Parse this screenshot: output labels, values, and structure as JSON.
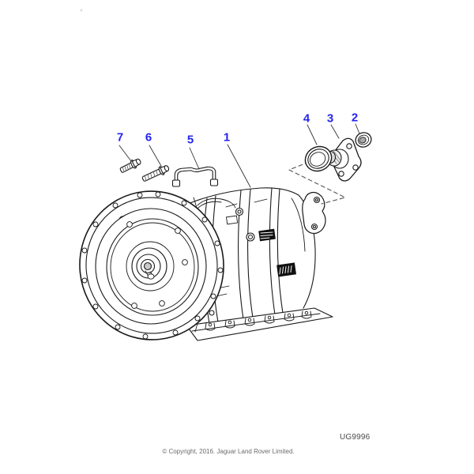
{
  "diagram": {
    "code": "UG9996",
    "copyright": "© Copyright, 2016. Jaguar Land Rover Limited.",
    "callouts": [
      {
        "label": "7"
      },
      {
        "label": "6"
      },
      {
        "label": "5"
      },
      {
        "label": "1"
      },
      {
        "label": "4"
      },
      {
        "label": "3"
      },
      {
        "label": "2"
      }
    ],
    "colors": {
      "callout_blue": "#2424ee",
      "line_ink": "#1a1a1a",
      "dashed_gray": "#555555",
      "code_text": "#4a4a4a",
      "copyright_text": "#6b6b6b"
    }
  }
}
